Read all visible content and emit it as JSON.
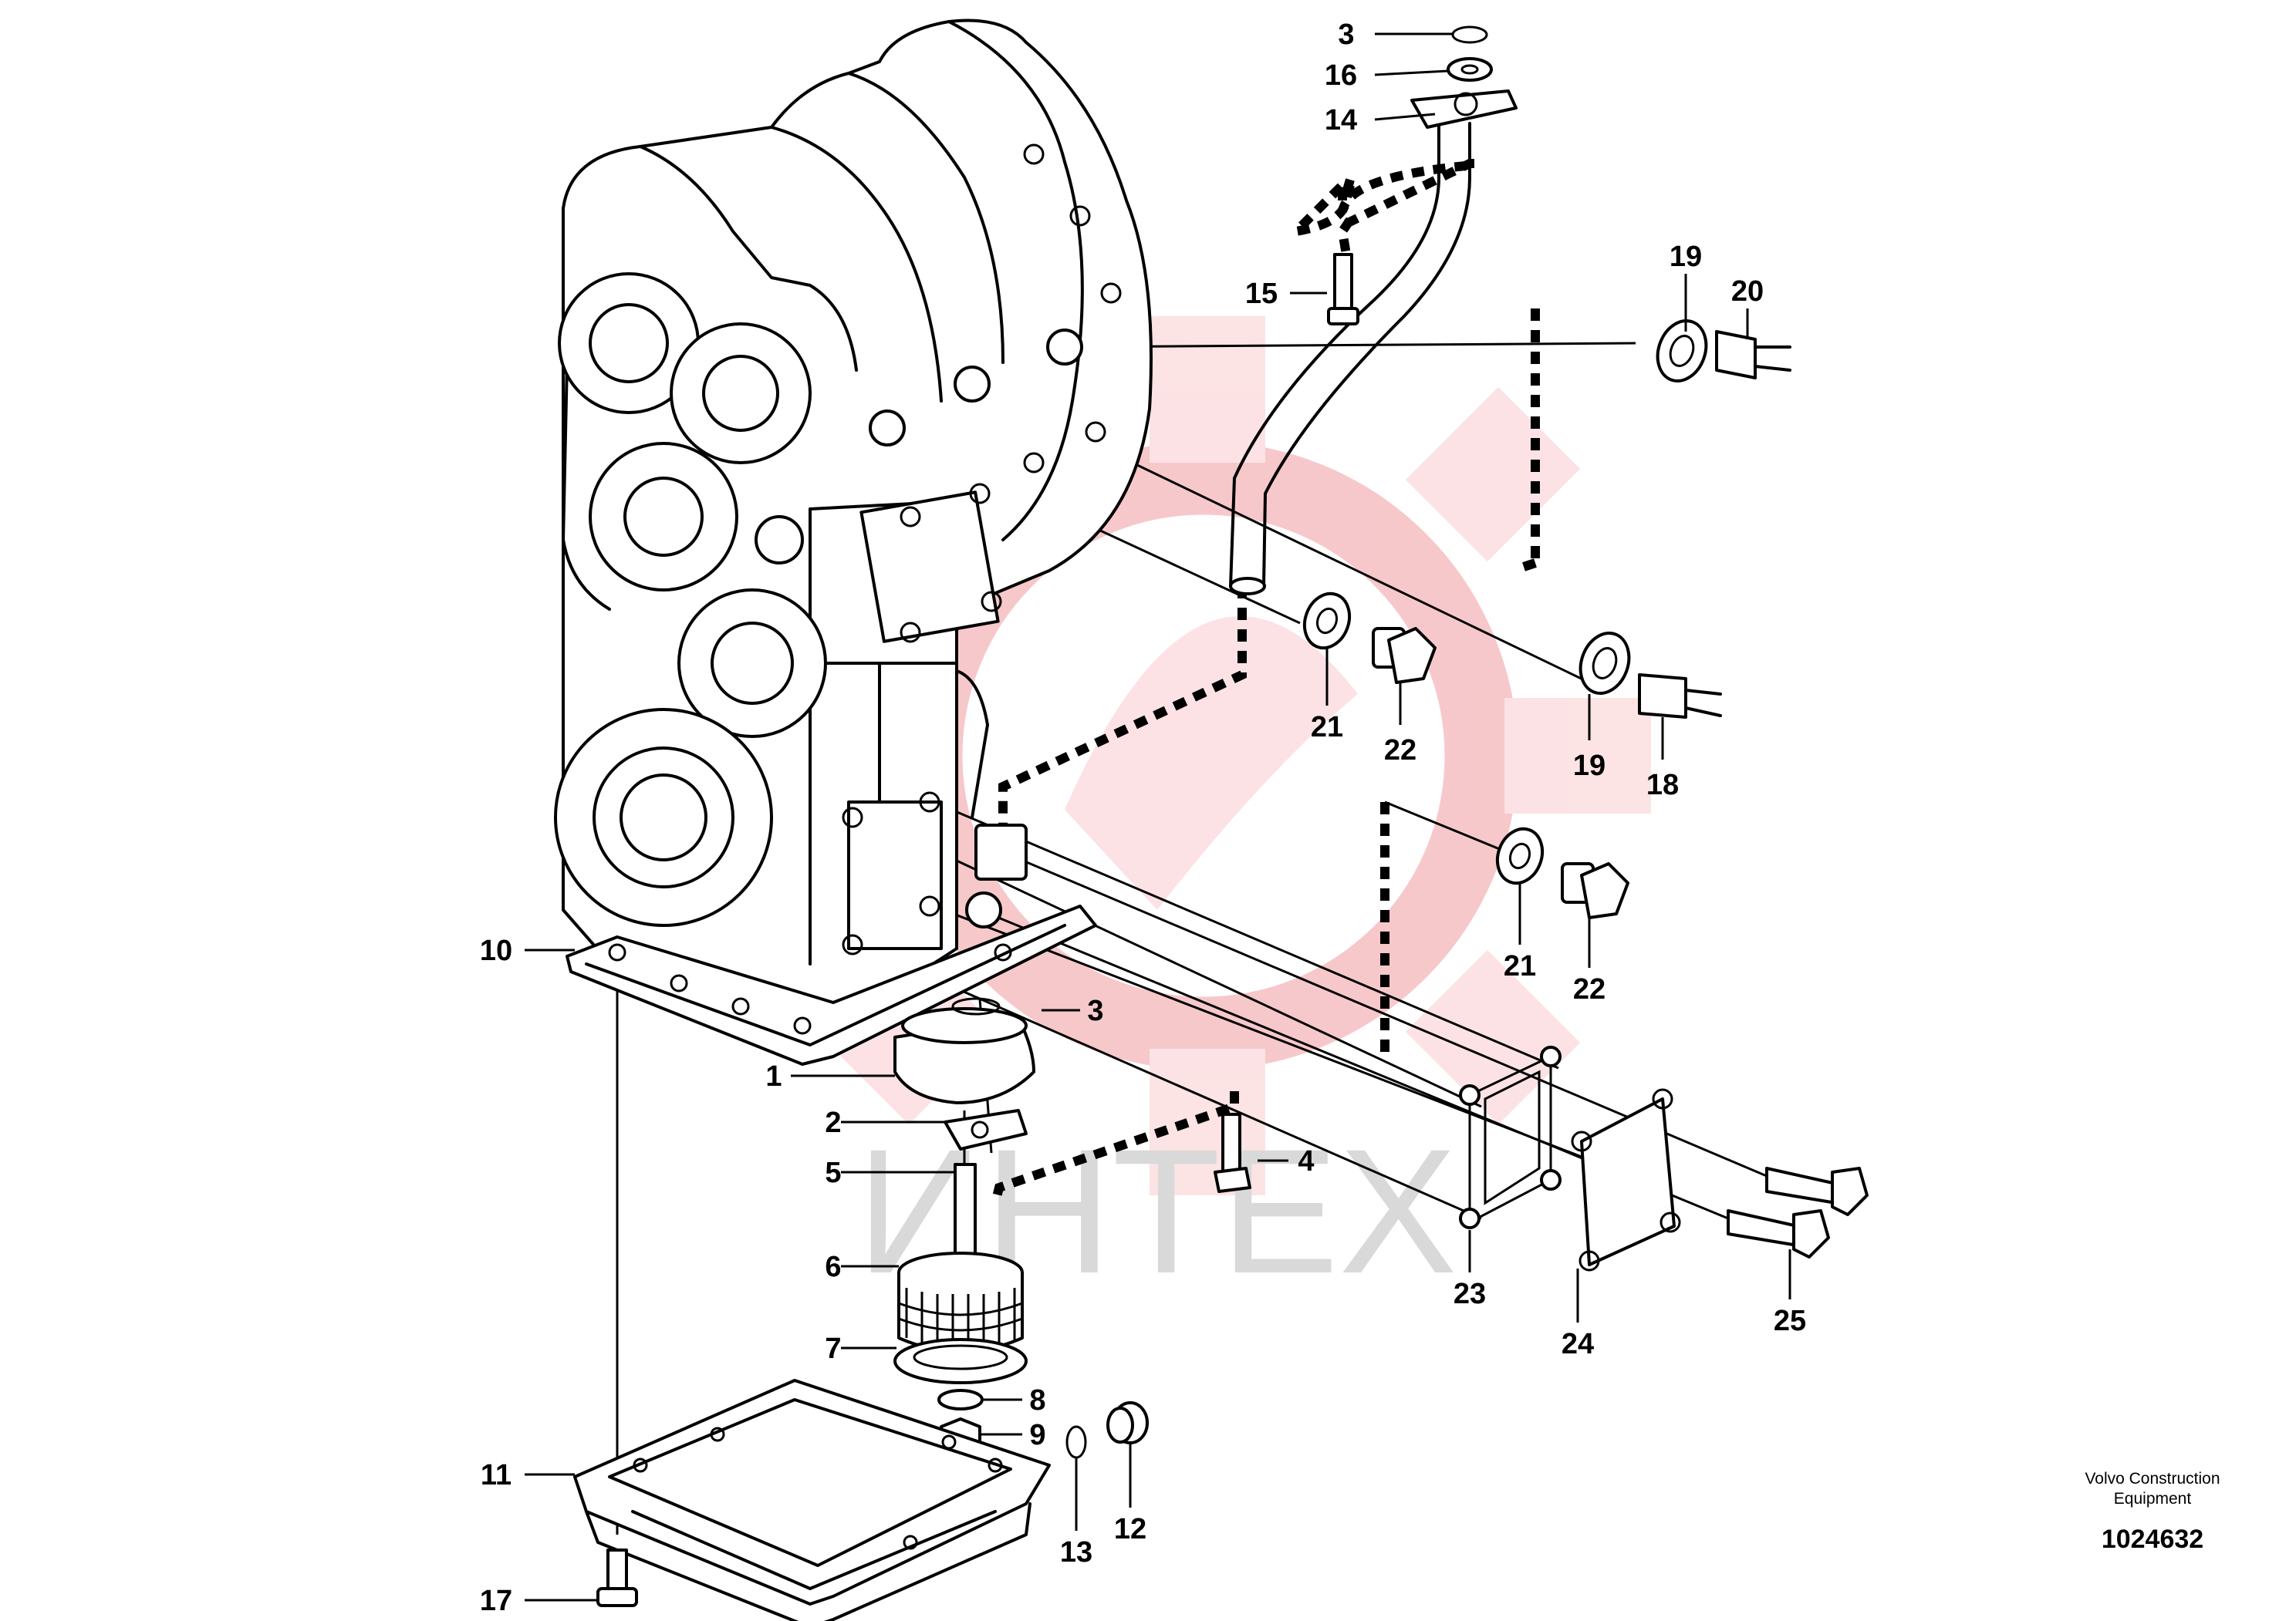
{
  "diagram": {
    "publisher_line1": "Volvo Construction",
    "publisher_line2": "Equipment",
    "drawing_number": "1024632",
    "watermark_text": "ИНТЕХ",
    "watermark_color": "#f4b6b9",
    "callouts": [
      "1",
      "2",
      "3",
      "3",
      "4",
      "5",
      "6",
      "7",
      "8",
      "9",
      "10",
      "11",
      "12",
      "13",
      "14",
      "15",
      "16",
      "17",
      "18",
      "19",
      "19",
      "20",
      "21",
      "21",
      "22",
      "22",
      "23",
      "24",
      "25"
    ]
  }
}
